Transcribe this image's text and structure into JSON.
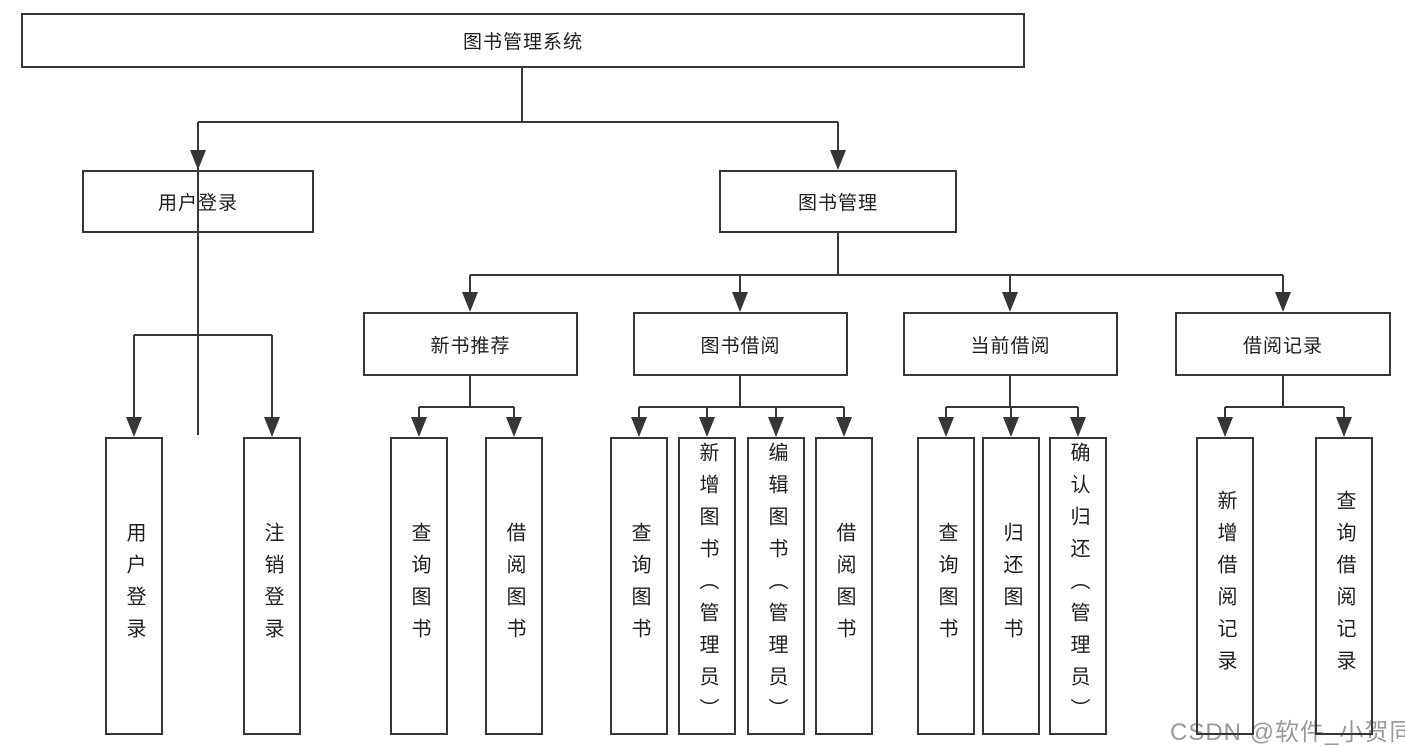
{
  "tree": {
    "root": {
      "label": "图书管理系统"
    },
    "branches": [
      {
        "label": "用户登录",
        "children": [
          {
            "label": "用户登录"
          },
          {
            "label": "注销登录"
          }
        ]
      },
      {
        "label": "图书管理",
        "children": [
          {
            "label": "新书推荐",
            "children": [
              {
                "label": "查询图书"
              },
              {
                "label": "借阅图书"
              }
            ]
          },
          {
            "label": "图书借阅",
            "children": [
              {
                "label": "查询图书"
              },
              {
                "label": "新增图书（管理员）"
              },
              {
                "label": "编辑图书（管理员）"
              },
              {
                "label": "借阅图书"
              }
            ]
          },
          {
            "label": "当前借阅",
            "children": [
              {
                "label": "查询图书"
              },
              {
                "label": "归还图书"
              },
              {
                "label": "确认归还（管理员）"
              }
            ]
          },
          {
            "label": "借阅记录",
            "children": [
              {
                "label": "新增借阅记录"
              },
              {
                "label": "查询借阅记录"
              }
            ]
          }
        ]
      }
    ]
  },
  "watermark": {
    "text": "CSDN @软件_小贺同学"
  },
  "colors": {
    "line": "#363636",
    "text": "#1e1e1e",
    "watermark": "#9a9a9a",
    "background": "#ffffff"
  }
}
